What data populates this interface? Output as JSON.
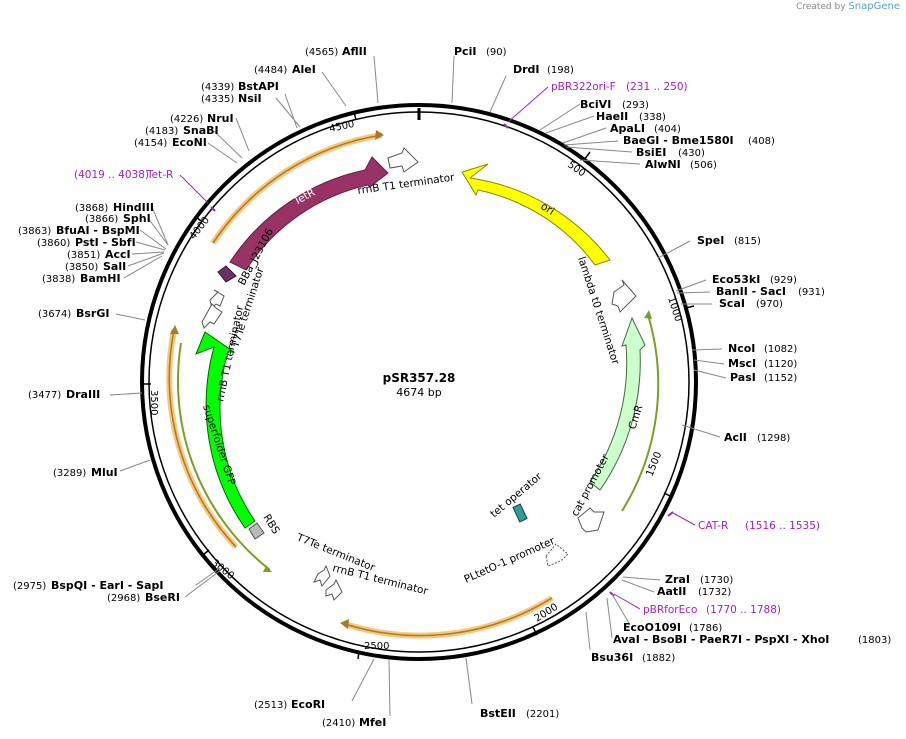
{
  "plasmid": {
    "name": "pSR357.28",
    "length_label": "4674 bp",
    "length": 4674
  },
  "brand": {
    "created_by": "Created by",
    "app": "SnapGene"
  },
  "ticks": [
    "500",
    "1000",
    "1500",
    "2000",
    "2500",
    "3000",
    "3500",
    "4000",
    "4500"
  ],
  "enzymes": [
    {
      "name": "AflII",
      "pos": "(4565)"
    },
    {
      "name": "PciI",
      "pos": "(90)"
    },
    {
      "name": "AleI",
      "pos": "(4484)"
    },
    {
      "name": "DrdI",
      "pos": "(198)"
    },
    {
      "name": "BstAPI",
      "pos": "(4339)"
    },
    {
      "name": "NsiI",
      "pos": "(4335)"
    },
    {
      "name": "BciVI",
      "pos": "(293)"
    },
    {
      "name": "HaeII",
      "pos": "(338)"
    },
    {
      "name": "NruI",
      "pos": "(4226)"
    },
    {
      "name": "ApaLI",
      "pos": "(404)"
    },
    {
      "name": "SnaBI",
      "pos": "(4183)"
    },
    {
      "name": "BaeGI - Bme1580I",
      "pos": "(408)"
    },
    {
      "name": "EcoNI",
      "pos": "(4154)"
    },
    {
      "name": "BsiEI",
      "pos": "(430)"
    },
    {
      "name": "AlwNI",
      "pos": "(506)"
    },
    {
      "name": "HindIII",
      "pos": "(3868)"
    },
    {
      "name": "SphI",
      "pos": "(3866)"
    },
    {
      "name": "BfuAI - BspMI",
      "pos": "(3863)"
    },
    {
      "name": "PstI - SbfI",
      "pos": "(3860)"
    },
    {
      "name": "AccI",
      "pos": "(3851)"
    },
    {
      "name": "SalI",
      "pos": "(3850)"
    },
    {
      "name": "BamHI",
      "pos": "(3838)"
    },
    {
      "name": "SpeI",
      "pos": "(815)"
    },
    {
      "name": "Eco53kI",
      "pos": "(929)"
    },
    {
      "name": "BanII - SacI",
      "pos": "(931)"
    },
    {
      "name": "ScaI",
      "pos": "(970)"
    },
    {
      "name": "BsrGI",
      "pos": "(3674)"
    },
    {
      "name": "NcoI",
      "pos": "(1082)"
    },
    {
      "name": "MscI",
      "pos": "(1120)"
    },
    {
      "name": "PasI",
      "pos": "(1152)"
    },
    {
      "name": "DraIII",
      "pos": "(3477)"
    },
    {
      "name": "AclI",
      "pos": "(1298)"
    },
    {
      "name": "MluI",
      "pos": "(3289)"
    },
    {
      "name": "BspQI - EarI - SapI",
      "pos": "(2975)"
    },
    {
      "name": "BseRI",
      "pos": "(2968)"
    },
    {
      "name": "ZraI",
      "pos": "(1730)"
    },
    {
      "name": "AatII",
      "pos": "(1732)"
    },
    {
      "name": "EcoO109I",
      "pos": "(1786)"
    },
    {
      "name": "AvaI - BsoBI - PaeR7I - PspXI - XhoI",
      "pos": "(1803)"
    },
    {
      "name": "Bsu36I",
      "pos": "(1882)"
    },
    {
      "name": "BstEII",
      "pos": "(2201)"
    },
    {
      "name": "EcoRI",
      "pos": "(2513)"
    },
    {
      "name": "MfeI",
      "pos": "(2410)"
    }
  ],
  "primers": [
    {
      "name": "pBR322ori-F",
      "range": "(231 .. 250)"
    },
    {
      "name": "Tet-R",
      "range": "(4019 .. 4038)"
    },
    {
      "name": "CAT-R",
      "range": "(1516 .. 1535)"
    },
    {
      "name": "pBRforEco",
      "range": "(1770 .. 1788)"
    }
  ],
  "features": [
    {
      "name": "ori",
      "color": "#ffff00"
    },
    {
      "name": "TetR",
      "color": "#993366"
    },
    {
      "name": "CmR",
      "color": "#ccffcc"
    },
    {
      "name": "superfolder GFP",
      "color": "#00ff00"
    },
    {
      "name": "rrnB T1 terminator",
      "color": "#ffffff"
    },
    {
      "name": "lambda t0 terminator",
      "color": "#ffffff"
    },
    {
      "name": "T7Te terminator",
      "color": "#ffffff"
    },
    {
      "name": "BBa_J23106",
      "color": "#663366"
    },
    {
      "name": "cat promoter",
      "color": "#ffffff"
    },
    {
      "name": "PLtetO-1 promoter",
      "color": "#ffffff"
    },
    {
      "name": "tet operator",
      "color": "#339999"
    },
    {
      "name": "RBS",
      "color": "#bbbbbb"
    }
  ],
  "colors": {
    "orf_orange": "#f7c77a",
    "orf_arrow": "#a87a2a",
    "primer": "#a020c8",
    "green_line": "#79a026"
  }
}
